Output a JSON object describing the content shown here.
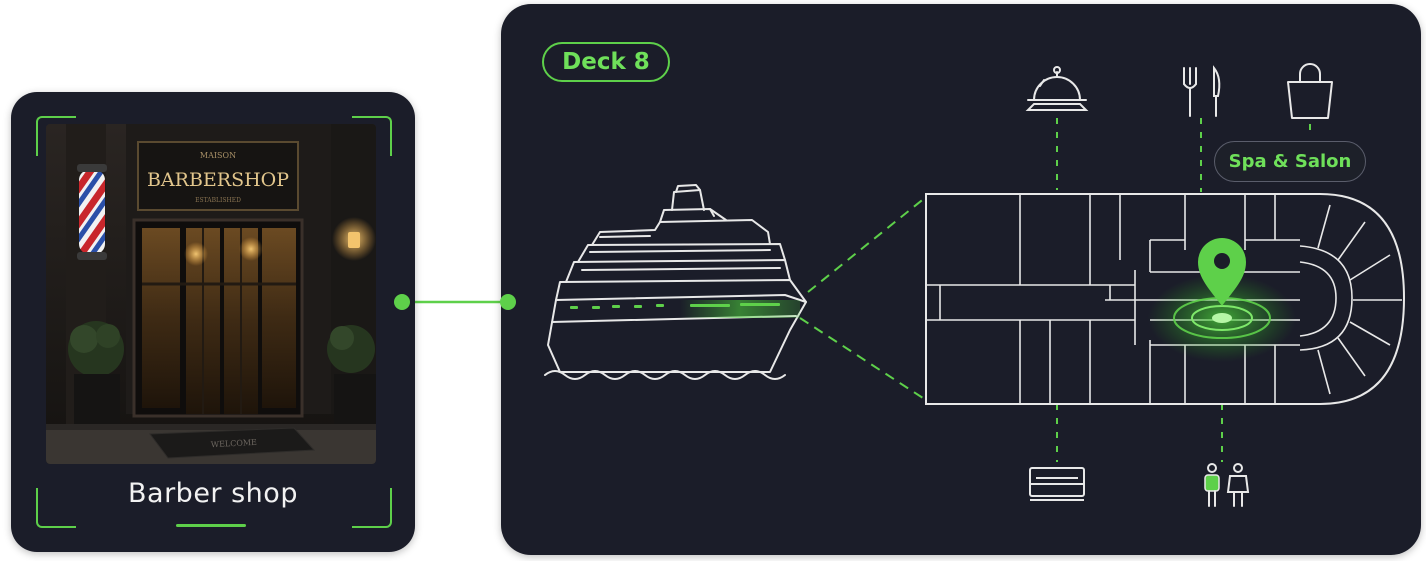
{
  "left_card": {
    "caption": "Barber shop",
    "photo": {
      "sign_text": "BARBERSHOP"
    }
  },
  "right_card": {
    "deck_label": "Deck 8",
    "highlight_label": "Spa & Salon"
  },
  "icons": [
    "cloche-icon",
    "cutlery-icon",
    "shopping-bag-icon",
    "cruise-ship-icon",
    "location-pin-icon",
    "sofa-icon",
    "restroom-icon"
  ],
  "colors": {
    "accent": "#5ed04a",
    "card_bg": "#1b1d29",
    "line": "#e8e8e8"
  }
}
